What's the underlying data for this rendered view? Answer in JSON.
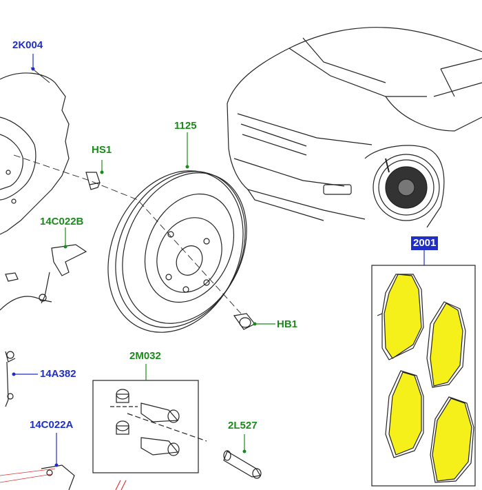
{
  "diagram": {
    "callouts": [
      {
        "id": "2K004",
        "label": "2K004",
        "color": "#1f2ec8"
      },
      {
        "id": "1125",
        "label": "1125",
        "color": "#1a8a1a"
      },
      {
        "id": "HS1",
        "label": "HS1",
        "color": "#1a8a1a"
      },
      {
        "id": "14C022B",
        "label": "14C022B",
        "color": "#1a8a1a"
      },
      {
        "id": "HB1",
        "label": "HB1",
        "color": "#1a8a1a"
      },
      {
        "id": "2M032",
        "label": "2M032",
        "color": "#1a8a1a"
      },
      {
        "id": "14A382",
        "label": "14A382",
        "color": "#1f2ec8"
      },
      {
        "id": "14C022A",
        "label": "14C022A",
        "color": "#1f2ec8"
      },
      {
        "id": "2L527",
        "label": "2L527",
        "color": "#1a8a1a"
      },
      {
        "id": "2001",
        "label": "2001",
        "color": "#1f2ec8"
      }
    ],
    "highlight_color": "#f5f01a"
  }
}
